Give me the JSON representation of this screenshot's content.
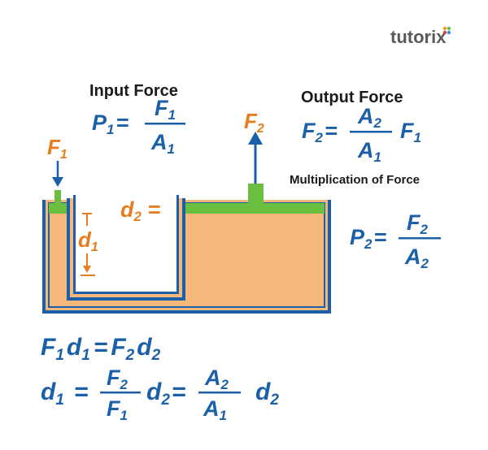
{
  "brand": {
    "logo": "tutorix",
    "dot_colors": [
      "#f0a21f",
      "#6abf3f",
      "#d9413f",
      "#2d8fd5"
    ]
  },
  "colors": {
    "fluid": "#f5b77a",
    "container": "#1a5fa8",
    "piston": "#6abf3f",
    "formula": "#1a5fa8",
    "force_label": "#e87d1e"
  },
  "headings": {
    "input_force": "Input Force",
    "output_force": "Output Force",
    "multiplication": "Multiplication of Force"
  },
  "diagram": {
    "f1": {
      "letter": "F",
      "sub": "1"
    },
    "f2": {
      "letter": "F",
      "sub": "2"
    },
    "d1": {
      "letter": "d",
      "sub": "1"
    },
    "d2_label": {
      "letter": "d",
      "sub": "2",
      "tail": " ="
    }
  },
  "formulas": {
    "p1": {
      "lhs": "P",
      "lhs_sub": "1",
      "eq": "=",
      "num": "F",
      "num_sub": "1",
      "den": "A",
      "den_sub": "1"
    },
    "f2": {
      "lhs": "F",
      "lhs_sub": "2",
      "eq": "=",
      "num": "A",
      "num_sub": "2",
      "den": "A",
      "den_sub": "1",
      "tail": "F",
      "tail_sub": "1"
    },
    "p2": {
      "lhs": "P",
      "lhs_sub": "2",
      "eq": "=",
      "num": "F",
      "num_sub": "2",
      "den": "A",
      "den_sub": "2"
    },
    "work": {
      "a": "F",
      "a_sub": "1",
      "b": "d",
      "b_sub": "1",
      "eq": "=",
      "c": "F",
      "c_sub": "2",
      "d": "d",
      "d_sub": "2"
    },
    "d1": {
      "lhs": "d",
      "lhs_sub": "1",
      "eq1": "=",
      "frac1_num": "F",
      "frac1_num_sub": "2",
      "frac1_den": "F",
      "frac1_den_sub": "1",
      "mid": "d",
      "mid_sub": "2",
      "eq2": "=",
      "frac2_num": "A",
      "frac2_num_sub": "2",
      "frac2_den": "A",
      "frac2_den_sub": "1",
      "tail": "d",
      "tail_sub": "2"
    }
  }
}
